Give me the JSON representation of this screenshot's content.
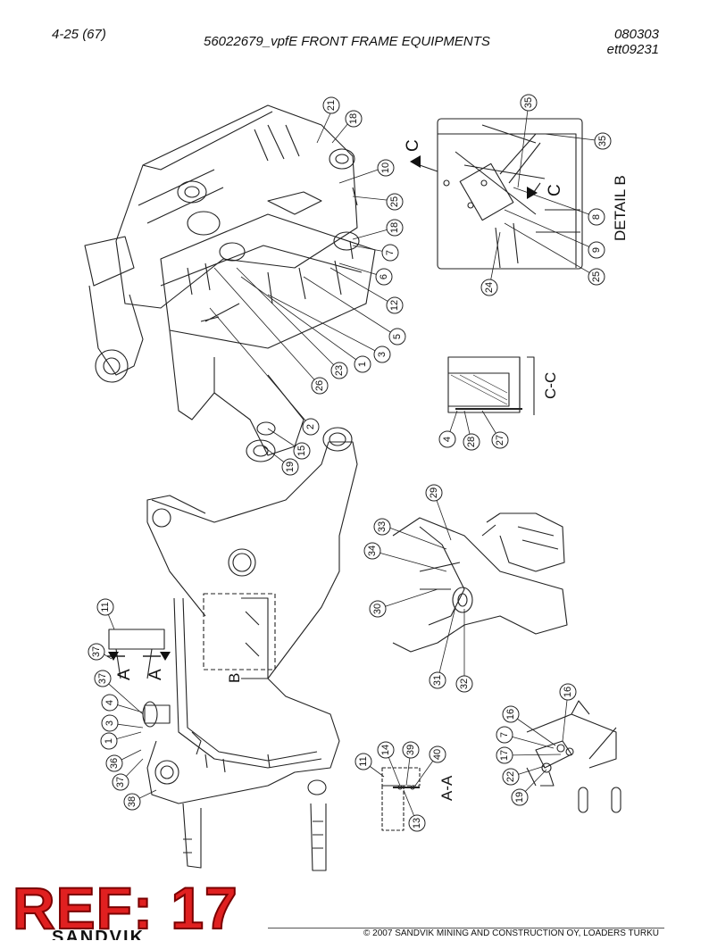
{
  "header": {
    "page_ref": "4-25 (67)",
    "title": "56022679_vpfE FRONT FRAME EQUIPMENTS",
    "date": "080303",
    "code": "ett09231"
  },
  "views": {
    "detail_b": "DETAIL B",
    "section_cc": "C-C",
    "section_aa": "A-A",
    "cut_c": "C",
    "cut_a": "A",
    "detail_b_marker": "B"
  },
  "balloons": {
    "top": [
      "21",
      "18",
      "10",
      "25",
      "18",
      "7",
      "6",
      "12",
      "5",
      "3",
      "1",
      "23",
      "26",
      "2",
      "15",
      "19"
    ],
    "detail_b": [
      "35",
      "35",
      "8",
      "9",
      "25",
      "24"
    ],
    "section_cc": [
      "4",
      "28",
      "27"
    ],
    "middle_right": [
      "29",
      "33",
      "34",
      "30",
      "31",
      "32"
    ],
    "lower_left": [
      "11",
      "37",
      "37",
      "4",
      "3",
      "1",
      "36",
      "37",
      "38"
    ],
    "section_aa": [
      "11",
      "14",
      "39",
      "40",
      "13"
    ],
    "lower_right": [
      "16",
      "16",
      "7",
      "17",
      "22",
      "19"
    ]
  },
  "stamp": {
    "text": "REF: 17"
  },
  "footer": {
    "brand": "SANDVIK",
    "copyright": "© 2007 SANDVIK MINING AND CONSTRUCTION OY, LOADERS TURKU"
  }
}
